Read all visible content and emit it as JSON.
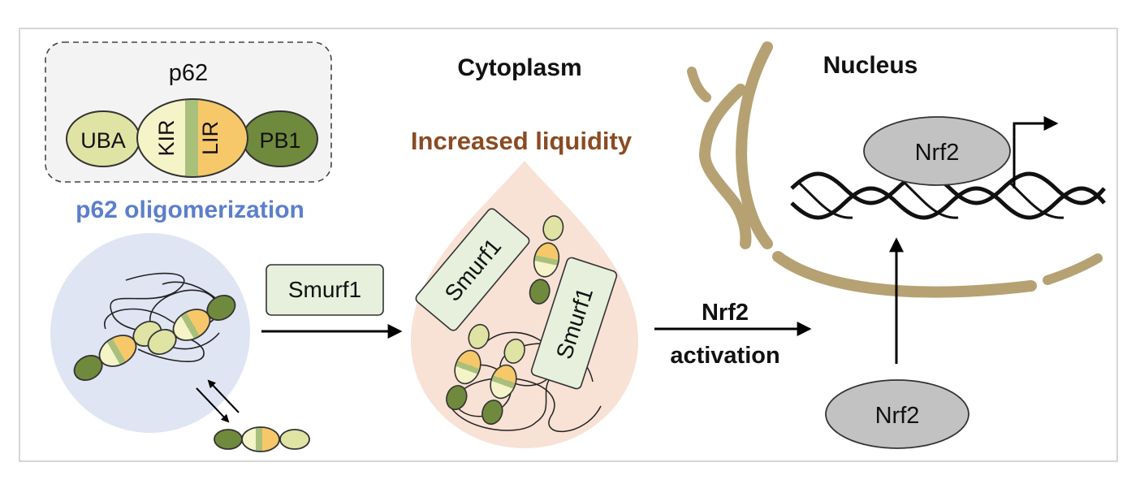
{
  "labels": {
    "domain_title": "p62",
    "uba": "UBA",
    "kir": "KIR",
    "lir": "LIR",
    "pb1": "PB1",
    "oligomerization": "p62 oligomerization",
    "cytoplasm": "Cytoplasm",
    "nucleus": "Nucleus",
    "liquidity": "Increased liquidity",
    "smurf1_box": "Smurf1",
    "smurf1_a": "Smurf1",
    "smurf1_b": "Smurf1",
    "nrf2_activation_1": "Nrf2",
    "nrf2_activation_2": "activation",
    "nrf2_nuclear": "Nrf2",
    "nrf2_cyto": "Nrf2"
  },
  "colors": {
    "olive_light": "#dfe3a4",
    "olive_dark": "#6f8a3c",
    "yellow": "#f6c86a",
    "green_band": "#a9c07a",
    "circle_bg": "#dfe5f3",
    "drop_bg": "#f8e1d5",
    "smurf_box": "#e6f0dc",
    "nucleus_ring": "#b6a173",
    "gray_oval": "#c2c2c2",
    "blue_text": "#5b7fcb",
    "brown_text": "#8b4b22"
  }
}
